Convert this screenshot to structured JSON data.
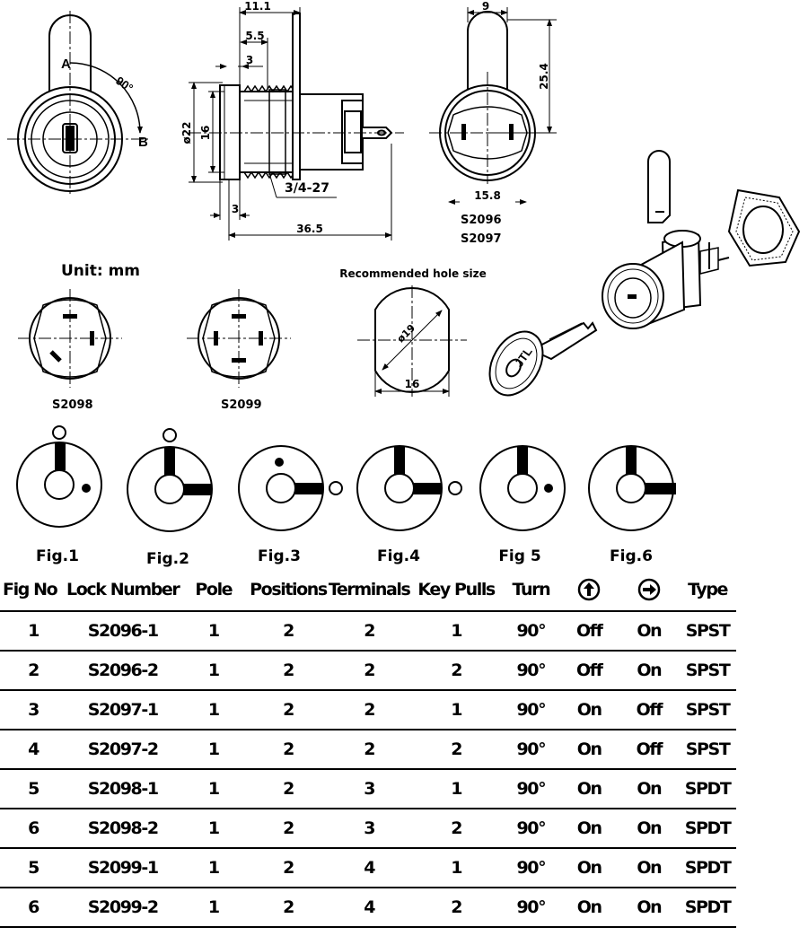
{
  "drawing": {
    "dimensions": {
      "d11_1": "11.1",
      "d5_5": "5.5",
      "d3_top": "3",
      "d22": "ø22",
      "d16_left": "16",
      "thread": "3/4-27",
      "d3_bottom": "3",
      "d36_5": "36.5",
      "d9": "9",
      "d25_4": "25.4",
      "d15_8": "15.8"
    },
    "models_main": [
      "S2096",
      "S2097"
    ],
    "angle_label": "90°",
    "pos_a": "A",
    "pos_b": "B",
    "unit_label": "Unit: mm",
    "hole_title": "Recommended hole size",
    "hole_diameter": "ø19",
    "hole_width": "16",
    "model_s2098": "S2098",
    "model_s2099": "S2099",
    "key_brand": "JTL"
  },
  "figures": [
    "Fig.1",
    "Fig.2",
    "Fig.3",
    "Fig.4",
    "Fig 5",
    "Fig.6"
  ],
  "table": {
    "headers": {
      "fig_no": "Fig No",
      "lock_number": "Lock Number",
      "pole": "Pole",
      "positions": "Positions",
      "terminals": "Terminals",
      "key_pulls": "Key Pulls",
      "turn": "Turn",
      "up_icon": "arrow-up-circle",
      "right_icon": "arrow-right-circle",
      "type": "Type"
    },
    "rows": [
      {
        "fig": "1",
        "lock": "S2096-1",
        "pole": "1",
        "positions": "2",
        "terminals": "2",
        "key_pulls": "1",
        "turn": "90°",
        "up": "Off",
        "right": "On",
        "type": "SPST"
      },
      {
        "fig": "2",
        "lock": "S2096-2",
        "pole": "1",
        "positions": "2",
        "terminals": "2",
        "key_pulls": "2",
        "turn": "90°",
        "up": "Off",
        "right": "On",
        "type": "SPST"
      },
      {
        "fig": "3",
        "lock": "S2097-1",
        "pole": "1",
        "positions": "2",
        "terminals": "2",
        "key_pulls": "1",
        "turn": "90°",
        "up": "On",
        "right": "Off",
        "type": "SPST"
      },
      {
        "fig": "4",
        "lock": "S2097-2",
        "pole": "1",
        "positions": "2",
        "terminals": "2",
        "key_pulls": "2",
        "turn": "90°",
        "up": "On",
        "right": "Off",
        "type": "SPST"
      },
      {
        "fig": "5",
        "lock": "S2098-1",
        "pole": "1",
        "positions": "2",
        "terminals": "3",
        "key_pulls": "1",
        "turn": "90°",
        "up": "On",
        "right": "On",
        "type": "SPDT"
      },
      {
        "fig": "6",
        "lock": "S2098-2",
        "pole": "1",
        "positions": "2",
        "terminals": "3",
        "key_pulls": "2",
        "turn": "90°",
        "up": "On",
        "right": "On",
        "type": "SPDT"
      },
      {
        "fig": "5",
        "lock": "S2099-1",
        "pole": "1",
        "positions": "2",
        "terminals": "4",
        "key_pulls": "1",
        "turn": "90°",
        "up": "On",
        "right": "On",
        "type": "SPDT"
      },
      {
        "fig": "6",
        "lock": "S2099-2",
        "pole": "1",
        "positions": "2",
        "terminals": "4",
        "key_pulls": "2",
        "turn": "90°",
        "up": "On",
        "right": "On",
        "type": "SPDT"
      }
    ]
  }
}
